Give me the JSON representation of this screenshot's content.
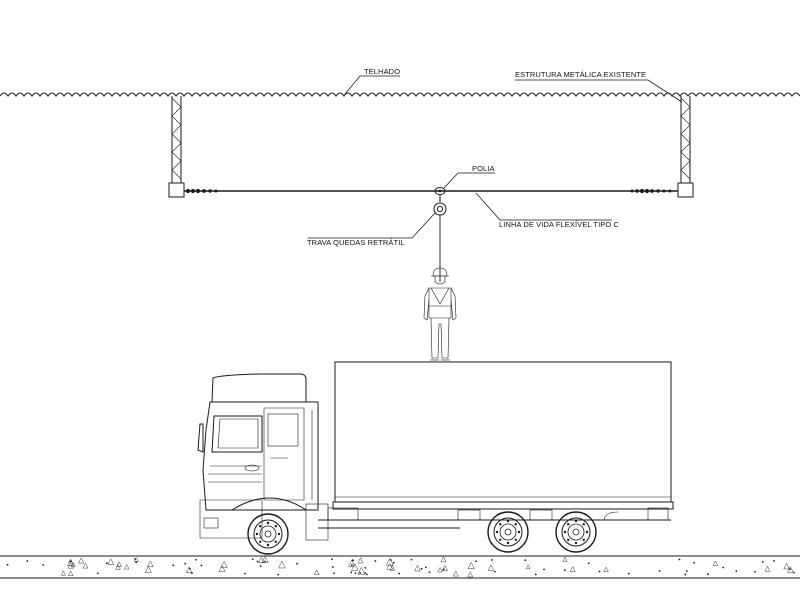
{
  "labels": {
    "roof": "TELHADO",
    "structure": "ESTRUTURA METÁLICA EXISTENTE",
    "pulley": "POLIA",
    "lifeline": "LINHA DE VIDA FLEXÍVEL TIPO C",
    "fall_arrester": "TRAVA QUEDAS RETRÁTIL"
  }
}
